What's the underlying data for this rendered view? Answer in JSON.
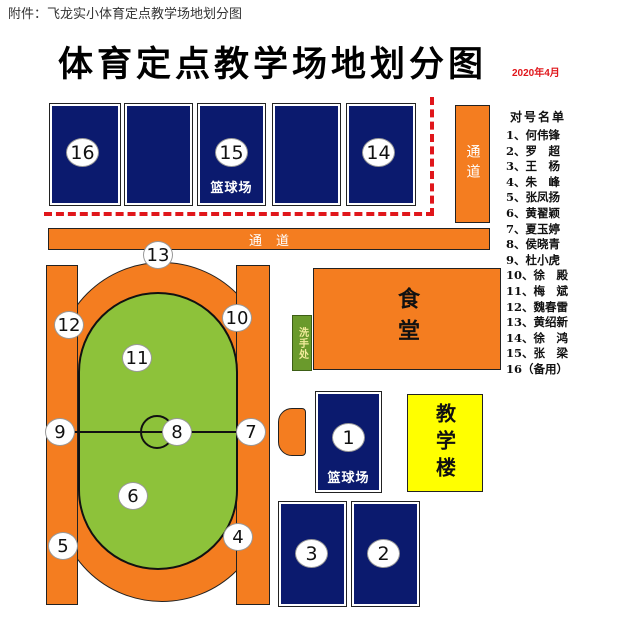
{
  "header": {
    "caption": "附件：飞龙实小体育定点教学场地划分图",
    "title": "体育定点教学场地划分图",
    "date": "2020年4月"
  },
  "colors": {
    "court": "#0b1a6e",
    "passage": "#f47d20",
    "field": "#8dc23a",
    "handwash": "#6a9a2c",
    "teaching_building": "#ffff00",
    "dashed_boundary": "#e0161b",
    "date_text": "#e0161b"
  },
  "top_courts": {
    "court_16": {
      "number": "16"
    },
    "court_15": {
      "number": "15",
      "label": "篮球场"
    },
    "court_14": {
      "number": "14"
    }
  },
  "passages": {
    "vertical_label": "通道",
    "horizontal_label": "通道"
  },
  "track_field": {
    "spots": [
      "13",
      "12",
      "10",
      "11",
      "9",
      "8",
      "7",
      "6",
      "5",
      "4"
    ]
  },
  "handwash_label": "洗手处",
  "canteen_label": "食堂",
  "teaching_building_label": "教学楼",
  "court_1": {
    "number": "1",
    "label": "篮球场"
  },
  "court_3": {
    "number": "3"
  },
  "court_2": {
    "number": "2"
  },
  "roster": {
    "heading": "对号名单",
    "items": [
      "1、何伟锋",
      "2、罗　超",
      "3、王　杨",
      "4、朱　峰",
      "5、张凤扬",
      "6、黄翟颖",
      "7、夏玉婷",
      "8、侯晓青",
      "9、杜小虎",
      "10、徐　殿",
      "11、梅　斌",
      "12、魏春雷",
      "13、黄绍新",
      "14、徐　鸿",
      "15、张　梁",
      "16（备用）"
    ]
  }
}
